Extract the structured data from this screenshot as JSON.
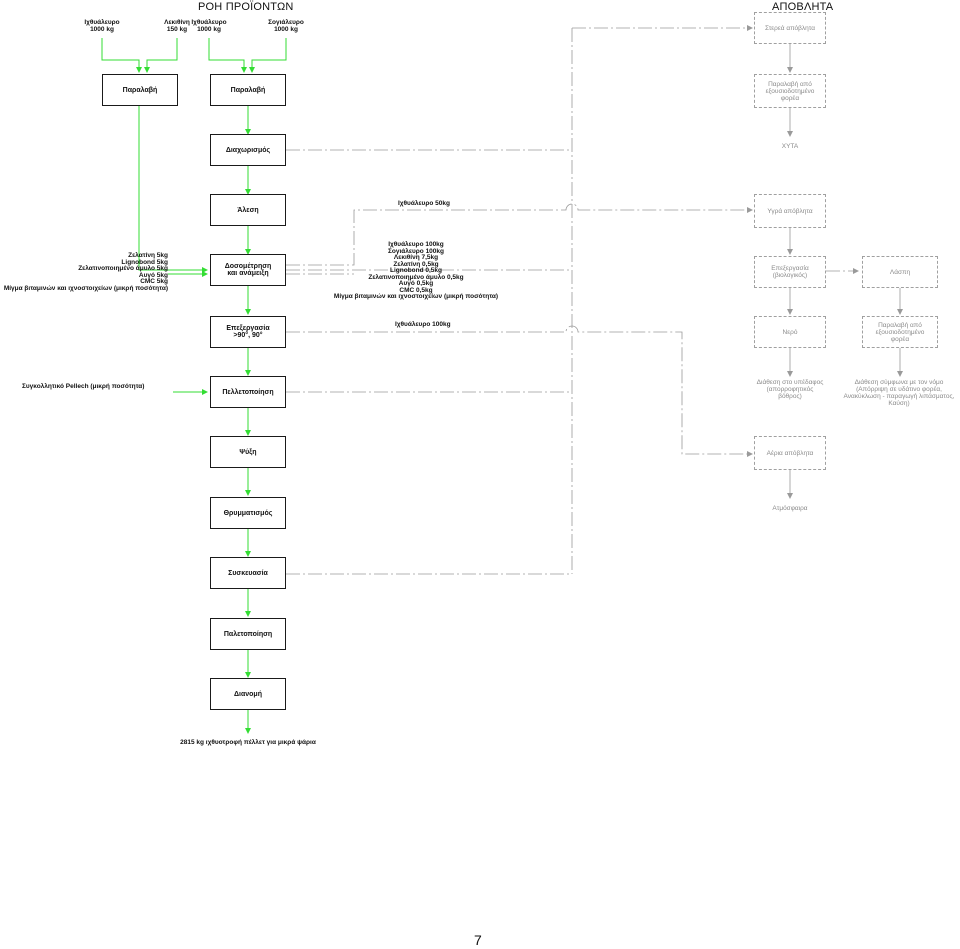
{
  "headers": {
    "products_flow": "ΡΟΗ ΠΡΟΪΟΝΤΩΝ",
    "waste": "ΑΠΟΒΛΗΤΑ"
  },
  "inputs": {
    "fishmeal": "Ιχθυάλευρο\n1000 kg",
    "lecithin": "Λεκιθίνη\n150 kg",
    "fishmeal2": "Ιχθυάλευρο\n1000 kg",
    "soymeal": "Σογιάλευρο\n1000 kg"
  },
  "process_steps": {
    "receipt_1": "Παραλαβή",
    "receipt_2": "Παραλαβή",
    "separation": "Διαχωρισμός",
    "grinding": "Άλεση",
    "dosing": "Δοσομέτρηση\nκαι ανάμειξη",
    "processing": "Επεξεργασία\n>90°, 90°",
    "pelleting": "Πελλετοποίηση",
    "cooling": "Ψύξη",
    "crumbling": "Θρυμματισμός",
    "packaging": "Συσκευασία",
    "palletizing": "Παλετοποίηση",
    "distribution": "Διανομή"
  },
  "side_inputs": {
    "dosing_additives": "Ζελατίνη 5kg\nLignobond 5kg\nΖελατινοποιημένο άμυλο 5kg\nΑυγό 5kg\nCMC 5kg\nΜίγμα βιταμινών και ιχνοστοιχείων (μικρή ποσότητα)",
    "pellet_binder": "Συγκολλητικό Pellech (μικρή ποσότητα)"
  },
  "flow_labels": {
    "grinding_loss": "Ιχθυάλευρο 50kg",
    "dosing_loss": "Ιχθυάλευρο 100kg\nΣογιάλευρο 100kg\nΛεκιθίνη 7,5kg\nΖελατίνη 0,5kg\nLignobond 0,5kg\nΖελατινοποιημένο άμυλο 0,5kg\nΑυγό 0,5kg\nCMC 0,5kg\nΜίγμα βιταμινών και ιχνοστοιχείων (μικρή ποσότητα)",
    "processing_loss": "Ιχθυάλευρο 100kg"
  },
  "output": "2815 kg ιχθυοτροφή πέλλετ για μικρά ψάρια",
  "waste_boxes": {
    "solid": "Στερεά απόβλητα",
    "pickup": "Παραλαβή από\nεξουσιοδοτημένο\nφορέα",
    "liquid": "Υγρά απόβλητα",
    "treatment": "Επεξεργασία\n(βιολογικός)",
    "sludge": "Λάσπη",
    "water": "Νερό",
    "sludge_pickup": "Παραλαβή από\nεξουσιοδοτημένο\nφορέα",
    "air": "Αέρια απόβλητα"
  },
  "waste_labels": {
    "landfill": "ΧΥΤΑ",
    "water_disposal": "Διάθεση στο υπέδαφος\n(απορροφητικός\nβόθρος)",
    "sludge_disposal": "Διάθεση σύμφωνα με τον νόμο\n(Απόρριψη σε υδάτινο φορέα,\nΑνακύκλωση - παραγωγή λιπάσματος,\nΚαύση)",
    "atmosphere": "Ατμόσφαιρα"
  },
  "page_number": "7",
  "colors": {
    "process_flow": "#33dd33",
    "waste_flow": "#9a9a9a",
    "box_border": "#1a1a1a"
  }
}
